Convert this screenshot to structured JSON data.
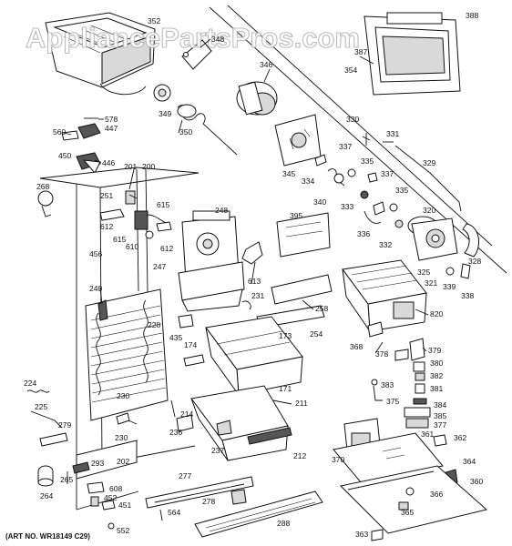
{
  "watermark": "AppliancePartsPros.com",
  "art_number": "(ART NO. WR18149 C29)",
  "labels": [
    "352",
    "348",
    "388",
    "387",
    "346",
    "354",
    "578",
    "447",
    "349",
    "560",
    "350",
    "330",
    "331",
    "450",
    "446",
    "337",
    "201",
    "200",
    "345",
    "335",
    "329",
    "268",
    "334",
    "337",
    "251",
    "615",
    "248",
    "340",
    "333",
    "335",
    "612",
    "615",
    "610",
    "612",
    "395",
    "336",
    "332",
    "320",
    "456",
    "247",
    "613",
    "325",
    "328",
    "321",
    "339",
    "231",
    "338",
    "240",
    "258",
    "820",
    "228",
    "254",
    "435",
    "173",
    "368",
    "174",
    "378",
    "379",
    "380",
    "382",
    "224",
    "171",
    "383",
    "381",
    "230",
    "211",
    "375",
    "384",
    "225",
    "214",
    "385",
    "377",
    "279",
    "236",
    "230",
    "361",
    "362",
    "370",
    "212",
    "237",
    "202",
    "293",
    "364",
    "265",
    "277",
    "608",
    "360",
    "264",
    "452",
    "366",
    "451",
    "278",
    "365",
    "564",
    "552",
    "288",
    "363"
  ]
}
